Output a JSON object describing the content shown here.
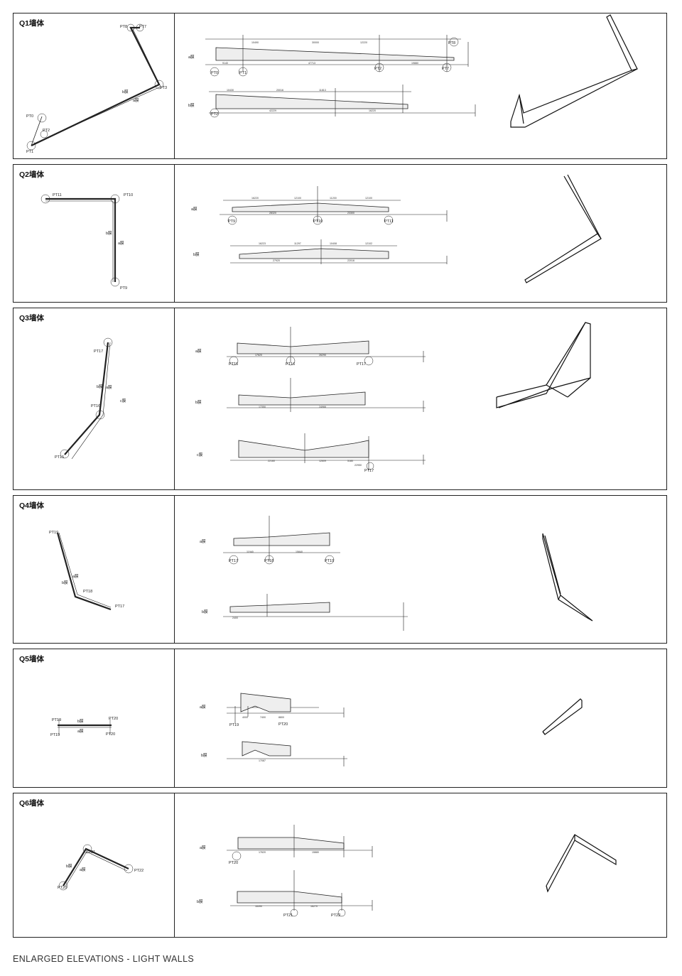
{
  "caption": "ENLARGED ELEVATIONS - LIGHT WALLS",
  "panels": [
    {
      "title": "Q1墙体",
      "points": [
        "PT0",
        "PT1",
        "PT2",
        "PT3",
        "PT7",
        "PT8"
      ],
      "faces": [
        "a膜",
        "b膜"
      ],
      "dims_a": [
        "10490",
        "30000",
        "12220",
        "9140",
        "47713",
        "19880"
      ],
      "dims_b": [
        "10430",
        "20016",
        "11813",
        "42229",
        "16220"
      ]
    },
    {
      "title": "Q2墙体",
      "points": [
        "PT9",
        "PT10",
        "PT11"
      ],
      "faces": [
        "a膜",
        "b膜"
      ],
      "dims_a": [
        "16220",
        "12100",
        "11200",
        "12100",
        "28320",
        "23300"
      ],
      "dims_b": [
        "16223",
        "11297",
        "10408",
        "12102",
        "27920",
        "22016"
      ]
    },
    {
      "title": "Q3墙体",
      "points": [
        "PT15",
        "PT16",
        "PT17"
      ],
      "faces": [
        "a膜",
        "b膜",
        "c膜"
      ],
      "dims_a": [
        "17620",
        "26290"
      ],
      "dims_b": [
        "17350",
        "24966"
      ],
      "dims_c": [
        "22160",
        "12609",
        "5180",
        "22950"
      ]
    },
    {
      "title": "Q4墙体",
      "points": [
        "PT17",
        "PT18",
        "PT19"
      ],
      "faces": [
        "a膜",
        "b膜"
      ],
      "dims_a": [
        "11940",
        "15840"
      ],
      "dims_b": [
        "2400"
      ]
    },
    {
      "title": "Q5墙体",
      "points": [
        "PT19",
        "PT20"
      ],
      "faces": [
        "a膜",
        "b膜"
      ],
      "dims_a": [
        "4000",
        "7400",
        "8800"
      ],
      "dims_b": [
        "17087"
      ]
    },
    {
      "title": "Q6墙体",
      "points": [
        "PT20",
        "PT21",
        "PT22"
      ],
      "faces": [
        "a膜",
        "b膜"
      ],
      "dims_a": [
        "17620",
        "15880"
      ],
      "dims_b": [
        "16490",
        "16270"
      ]
    }
  ]
}
